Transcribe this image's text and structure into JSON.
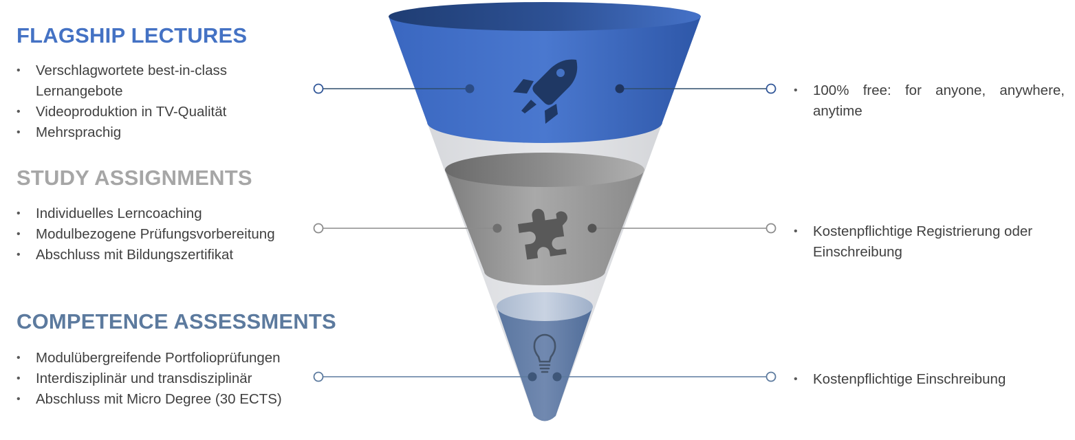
{
  "sections": [
    {
      "title": "FLAGSHIP LECTURES",
      "left_bullets": [
        "Verschlagwortete best-in-class Lernangebote",
        "Videoproduktion in TV-Qualität",
        "Mehrsprachig"
      ],
      "right_bullets": [
        "100% free: for anyone, anywhere, anytime"
      ],
      "icon": "rocket-icon",
      "color": "#4472c4"
    },
    {
      "title": "STUDY ASSIGNMENTS",
      "left_bullets": [
        "Individuelles Lerncoaching",
        "Modulbezogene Prüfungsvorbereitung",
        "Abschluss mit Bildungszertifikat"
      ],
      "right_bullets": [
        "Kostenpflichtige Registrierung oder Einschreibung"
      ],
      "icon": "puzzle-icon",
      "color": "#a6a6a6"
    },
    {
      "title": "COMPETENCE ASSESSMENTS",
      "left_bullets": [
        "Modulübergreifende Portfolioprüfungen",
        "Interdisziplinär und transdisziplinär",
        "Abschluss mit Micro Degree (30 ECTS)"
      ],
      "right_bullets": [
        "Kostenpflichtige Einschreibung"
      ],
      "icon": "lightbulb-icon",
      "color": "#5c7a9e"
    }
  ]
}
